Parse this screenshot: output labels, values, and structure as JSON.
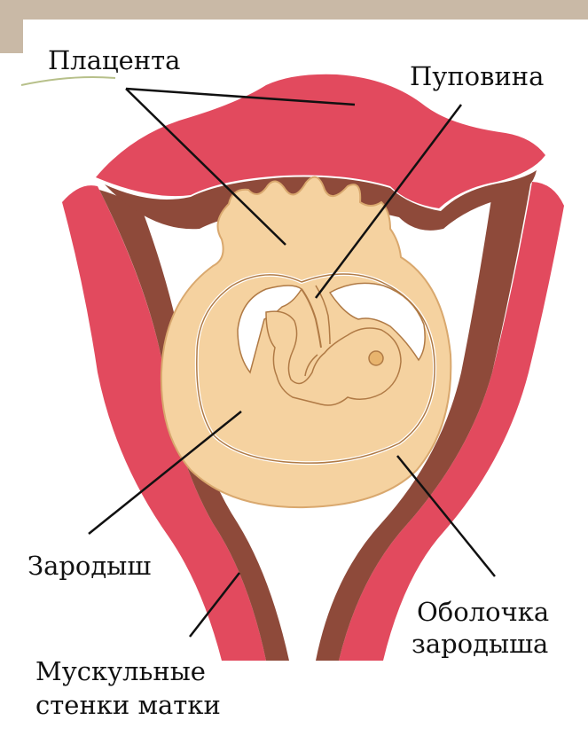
{
  "labels": {
    "placenta": "Плацента",
    "umbilical_cord": "Пуповина",
    "embryo": "Зародыш",
    "membrane_line1": "Оболочка",
    "membrane_line2": "зародыша",
    "walls_line1": "Мускульные",
    "walls_line2": "стенки матки"
  },
  "colors": {
    "outer_wall": "#e24a5e",
    "inner_wall": "#8e4a3a",
    "sac": "#f5d2a0",
    "outline": "#b07a45",
    "background": "#ffffff",
    "band": "#c9b9a6"
  }
}
